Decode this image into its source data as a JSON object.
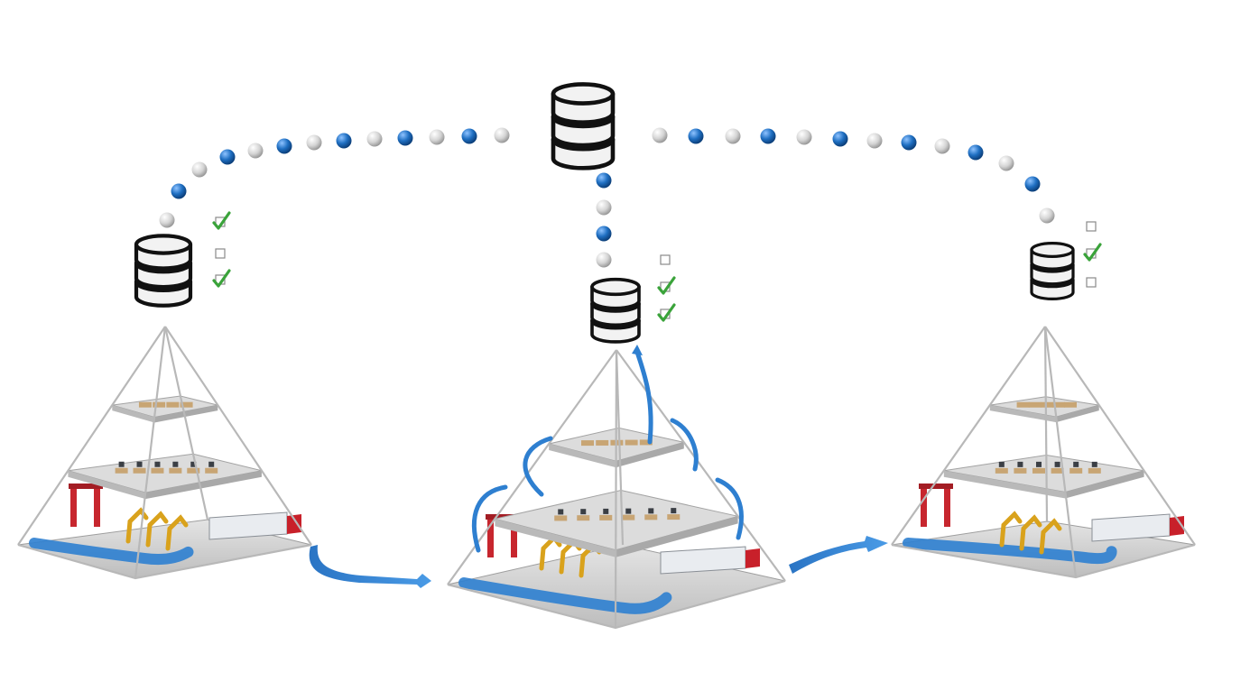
{
  "diagram": {
    "central_database": {
      "icon": "database-icon"
    },
    "sites": [
      {
        "id": "left",
        "checklist": [
          true,
          false,
          true
        ]
      },
      {
        "id": "center",
        "checklist": [
          false,
          true,
          true
        ]
      },
      {
        "id": "right",
        "checklist": [
          false,
          true,
          false
        ]
      }
    ],
    "colors": {
      "flow": "#2e7fd0",
      "dot_blue": "#1f6fc2",
      "dot_gray": "#d9d9d9",
      "check": "#3aa33a",
      "db_fill": "#f2f2f2",
      "db_stroke": "#111111",
      "pyramid_edge": "#b8b8b8",
      "floor": "#d4d4d4"
    }
  }
}
